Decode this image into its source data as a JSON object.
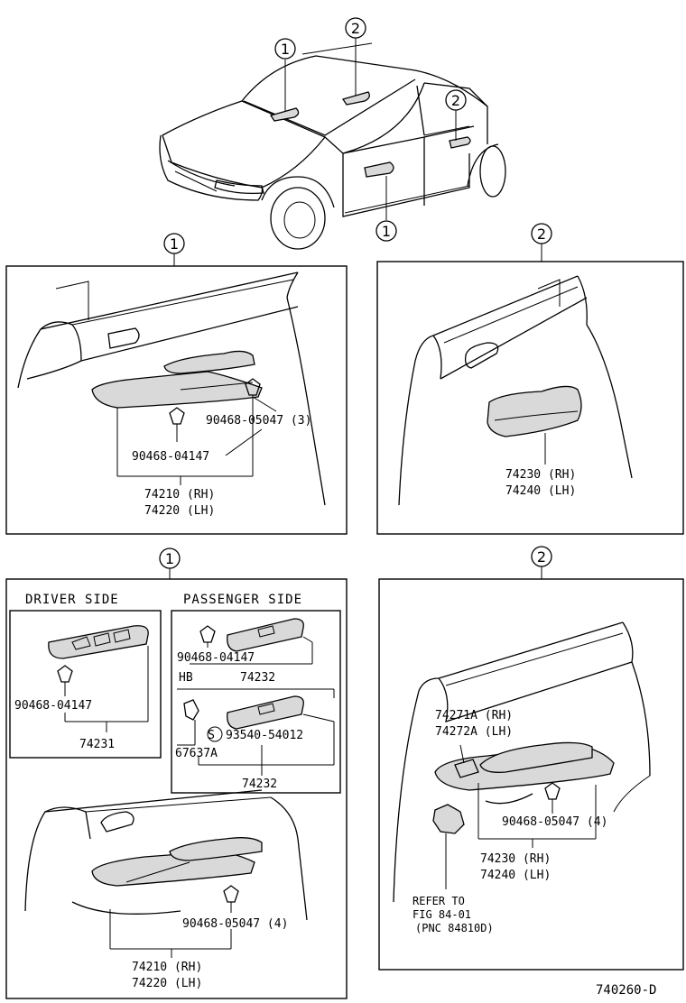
{
  "callouts": {
    "one": "1",
    "two": "2"
  },
  "front_door_panel": {
    "clip_part": "90468-05047 (3)",
    "clip_part2": "90468-04147",
    "handle_rh": "74210 (RH)",
    "handle_lh": "74220 (LH)"
  },
  "rear_door_panel_top": {
    "handle_rh": "74230 (RH)",
    "handle_lh": "74240 (LH)"
  },
  "driver_side": {
    "title": "DRIVER SIDE",
    "clip_part": "90468-04147",
    "switch_part": "74231"
  },
  "passenger_side": {
    "title": "PASSENGER SIDE",
    "clip_part": "90468-04147",
    "switch_part": "74232",
    "hb_label": "HB",
    "screw_marker": "S",
    "screw_part": "93540-54012",
    "bracket_part": "67637A",
    "switch_part2": "74232"
  },
  "front_door_lower": {
    "clip_part": "90468-05047 (4)",
    "handle_rh": "74210 (RH)",
    "handle_lh": "74220 (LH)"
  },
  "rear_door_lower": {
    "bezel_rh": "74271A (RH)",
    "bezel_lh": "74272A (LH)",
    "clip_part": "90468-05047 (4)",
    "handle_rh": "74230 (RH)",
    "handle_lh": "74240 (LH)",
    "refer_line1": "REFER TO",
    "refer_line2": "FIG 84-01",
    "refer_line3": "(PNC 84810D)"
  },
  "figure_code": "740260-D"
}
